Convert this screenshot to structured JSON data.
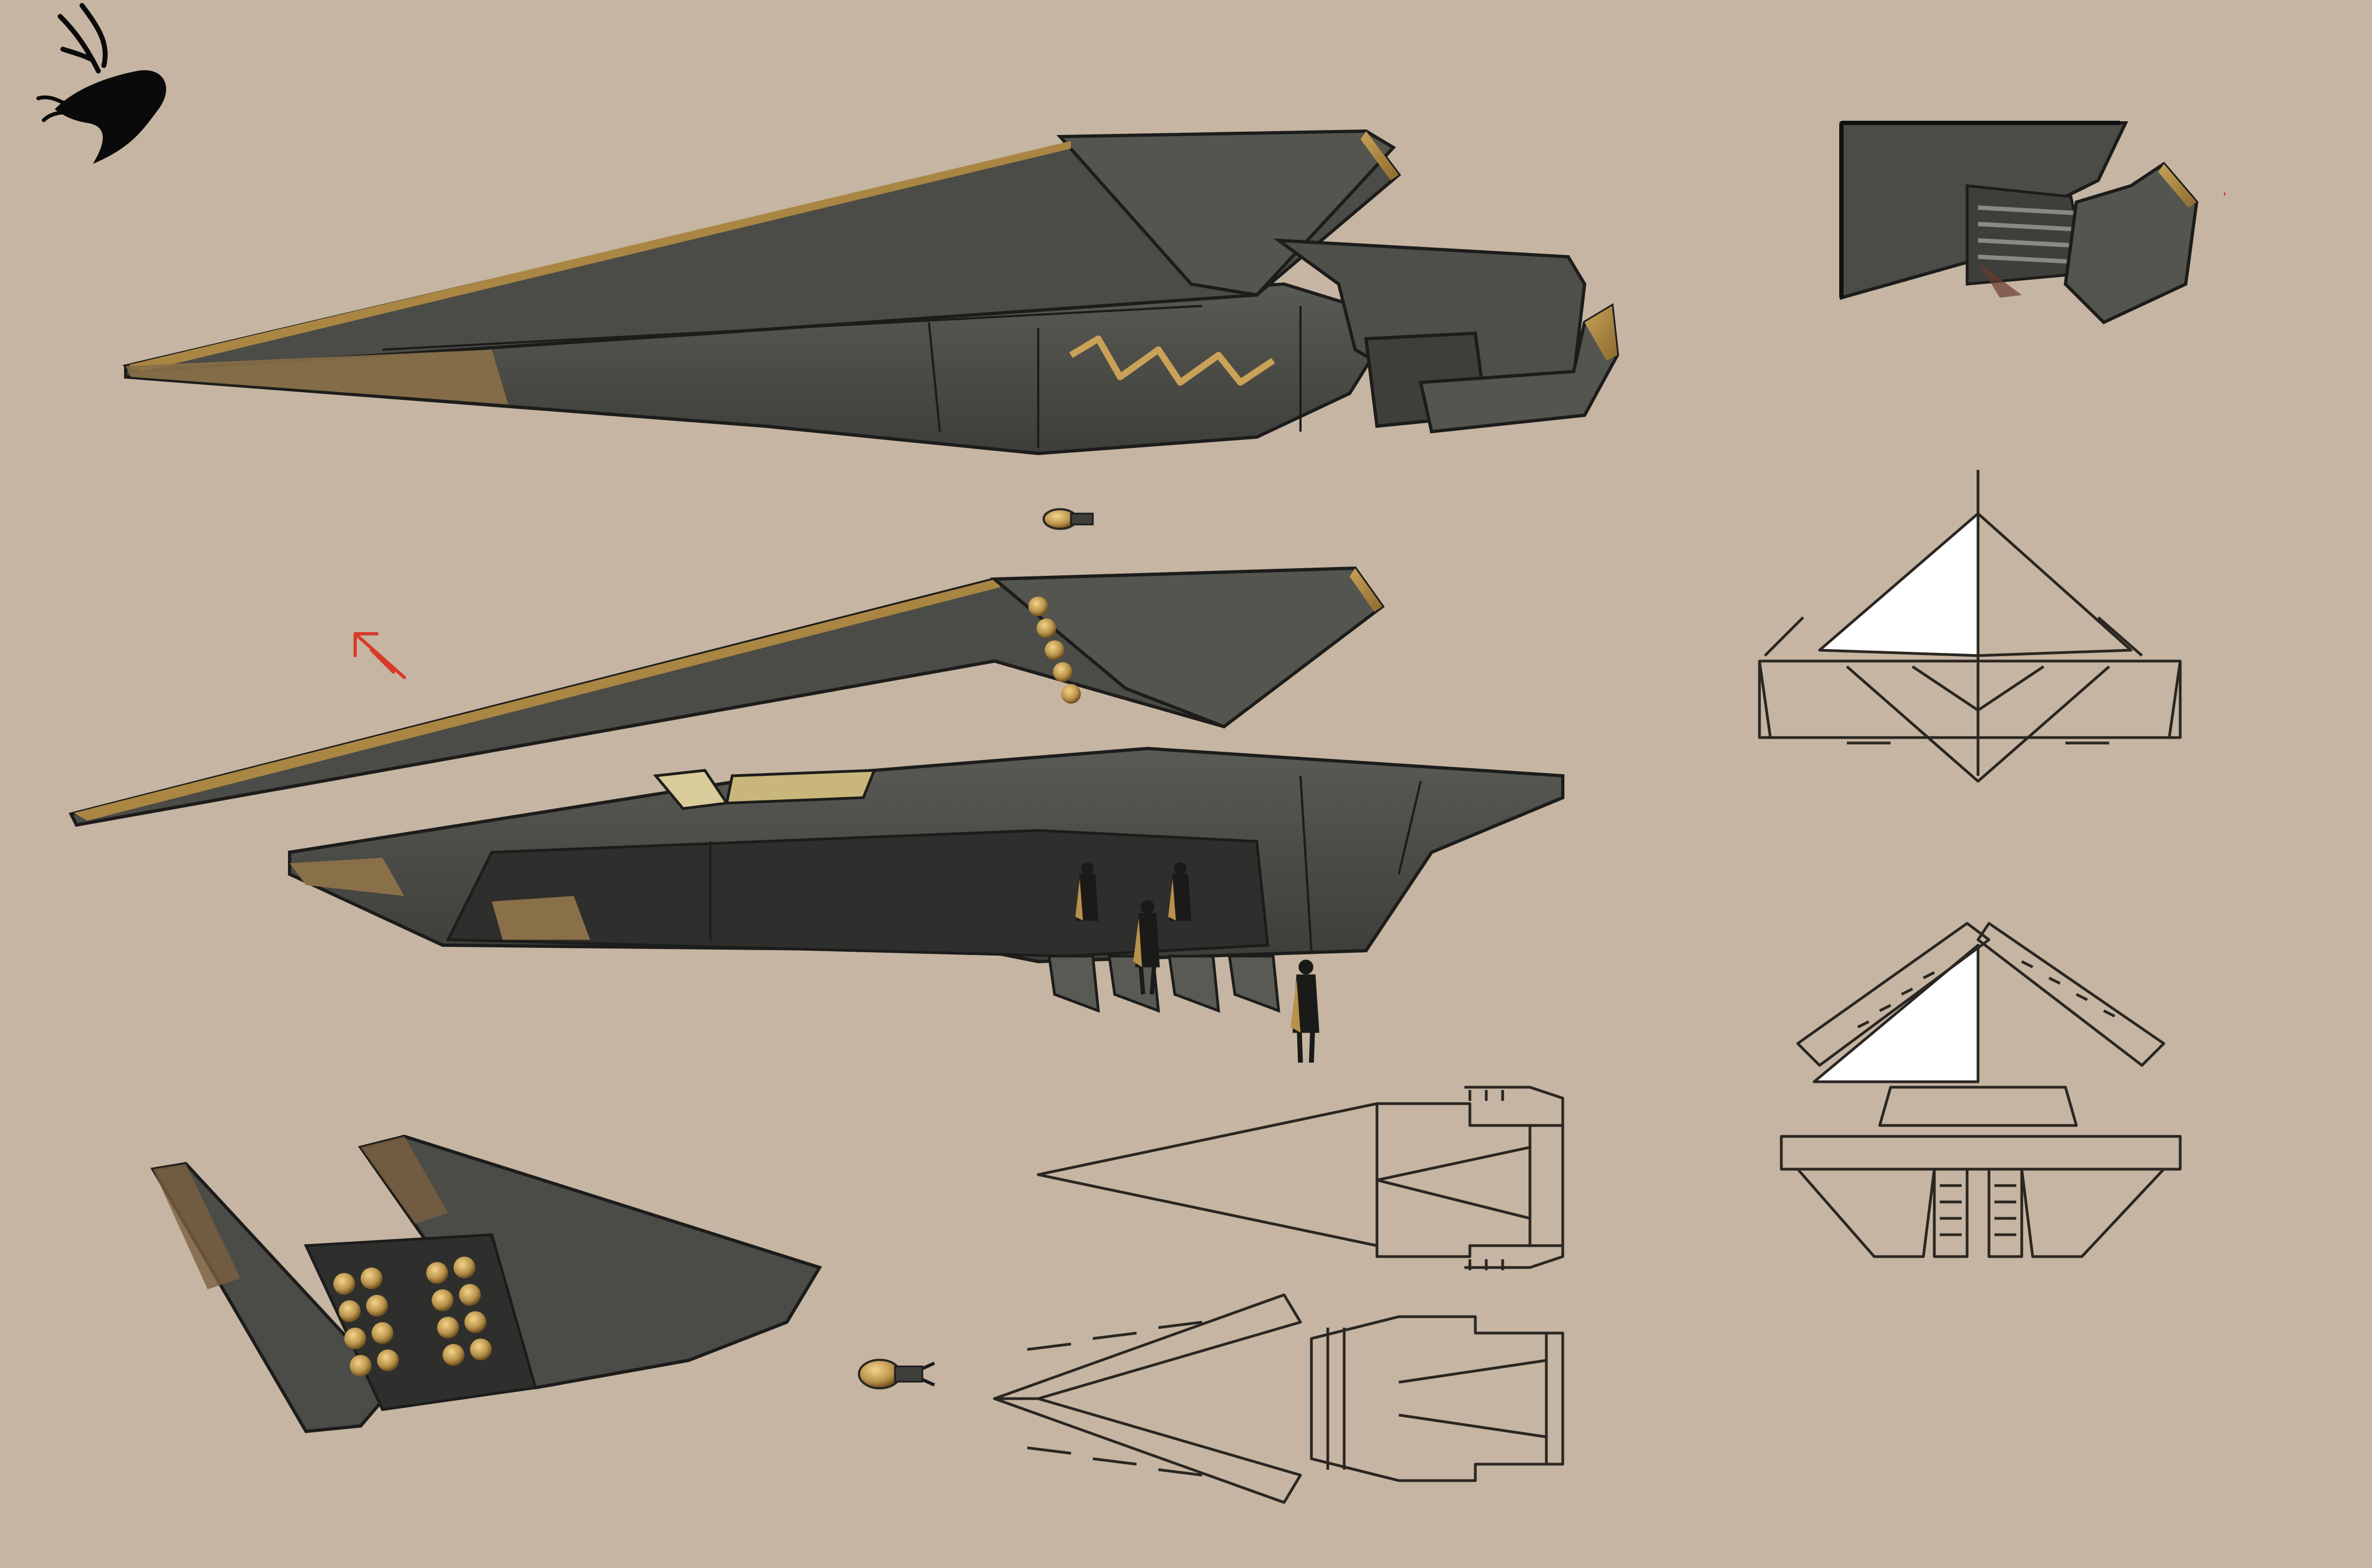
{
  "colors": {
    "background": "#c5b5a2",
    "hull": "#4a4a46",
    "hull_light": "#5c5c57",
    "hull_dark": "#2e2e2c",
    "panel_line": "#1c1c1b",
    "gold": "#b8924a",
    "gold_dark": "#7a5a25",
    "inset_frame": "#111111",
    "sketch_line": "#2a2622",
    "sketch_fill": "#ffffff",
    "arrow": "#d83a2a"
  },
  "icons": {
    "logo": "leaping-stag-logo",
    "arrow_upper": "direction-arrow",
    "arrow_inset": "direction-arrow"
  },
  "figures": [
    "ship-closed-side-view",
    "ship-open-side-view",
    "stern-detail-inset",
    "wing-bay-detail",
    "top-plan-sketch",
    "top-plan-open-sketch",
    "front-view-sketch",
    "front-view-open-sketch",
    "missile",
    "figures"
  ]
}
